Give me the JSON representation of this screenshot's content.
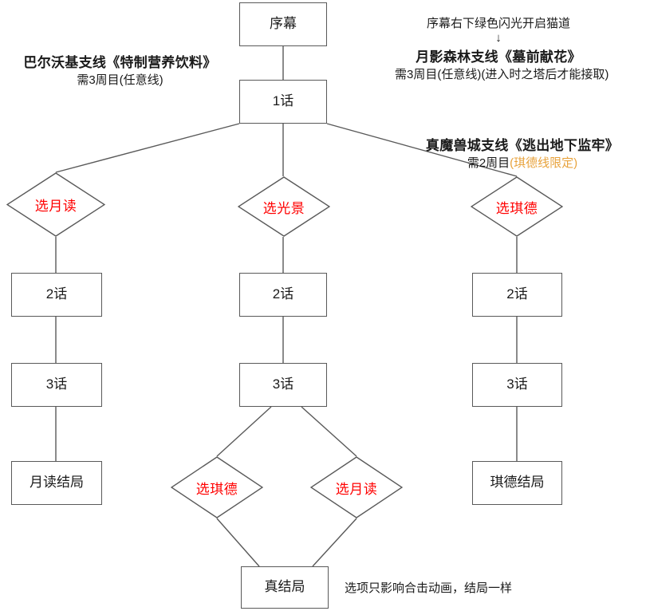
{
  "diagram": {
    "title_note_top": "序幕右下绿色闪光开启猫道",
    "arrow_glyph": "↓",
    "nodes": {
      "prologue": "序幕",
      "ep1": "1话",
      "left_choice": "选月读",
      "mid_choice": "选光景",
      "right_choice": "选琪德",
      "left_ep2": "2话",
      "left_ep3": "3话",
      "left_ending": "月读结局",
      "mid_ep2": "2话",
      "mid_ep3": "3话",
      "mid_choice_a": "选琪德",
      "mid_choice_b": "选月读",
      "true_ending": "真结局",
      "right_ep2": "2话",
      "right_ep3": "3话",
      "right_ending": "琪德结局"
    },
    "annotations": {
      "left_branch_title": "巴尔沃基支线《特制营养饮料》",
      "left_branch_req": "需3周目(任意线)",
      "right_top_title": "月影森林支线《墓前献花》",
      "right_top_req": "需3周目(任意线)(进入时之塔后才能接取)",
      "right_mid_title": "真魔兽城支线《逃出地下监牢》",
      "right_mid_req_plain": "需2周目",
      "right_mid_req_tint": "(琪德线限定)",
      "bottom_note": "选项只影响合击动画，结局一样"
    },
    "colors": {
      "choice_text": "#ff0000",
      "node_border": "#595959",
      "tint_text": "#e8a33d",
      "body_text": "#1a1a1a"
    }
  }
}
